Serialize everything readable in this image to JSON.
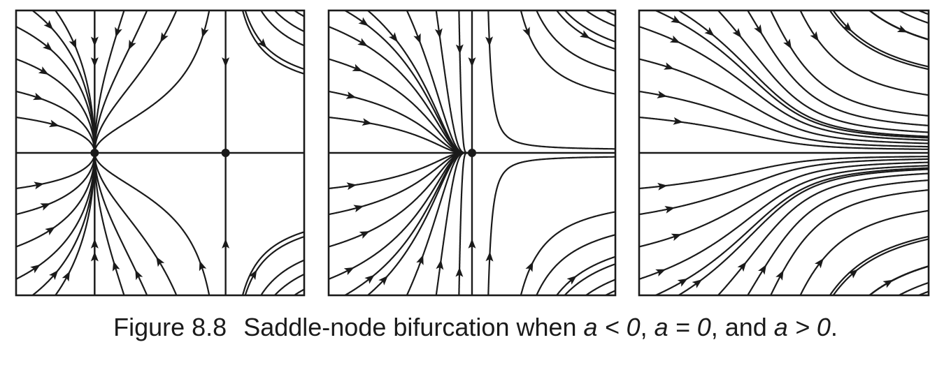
{
  "figure": {
    "caption_label": "Figure 8.8",
    "caption_text": "Saddle-node bifurcation when ",
    "conditions": [
      "a < 0",
      "a = 0",
      "a > 0"
    ],
    "separator": ", ",
    "conjunction": ", and ",
    "terminator": "."
  },
  "panels": [
    {
      "case": "a < 0",
      "equilibria": [
        {
          "type": "node"
        },
        {
          "type": "saddle"
        }
      ]
    },
    {
      "case": "a = 0",
      "equilibria": [
        {
          "type": "saddle-node"
        }
      ]
    },
    {
      "case": "a > 0",
      "equilibria": []
    }
  ],
  "colors": {
    "ink": "#1a1a1a",
    "background": "#ffffff"
  }
}
